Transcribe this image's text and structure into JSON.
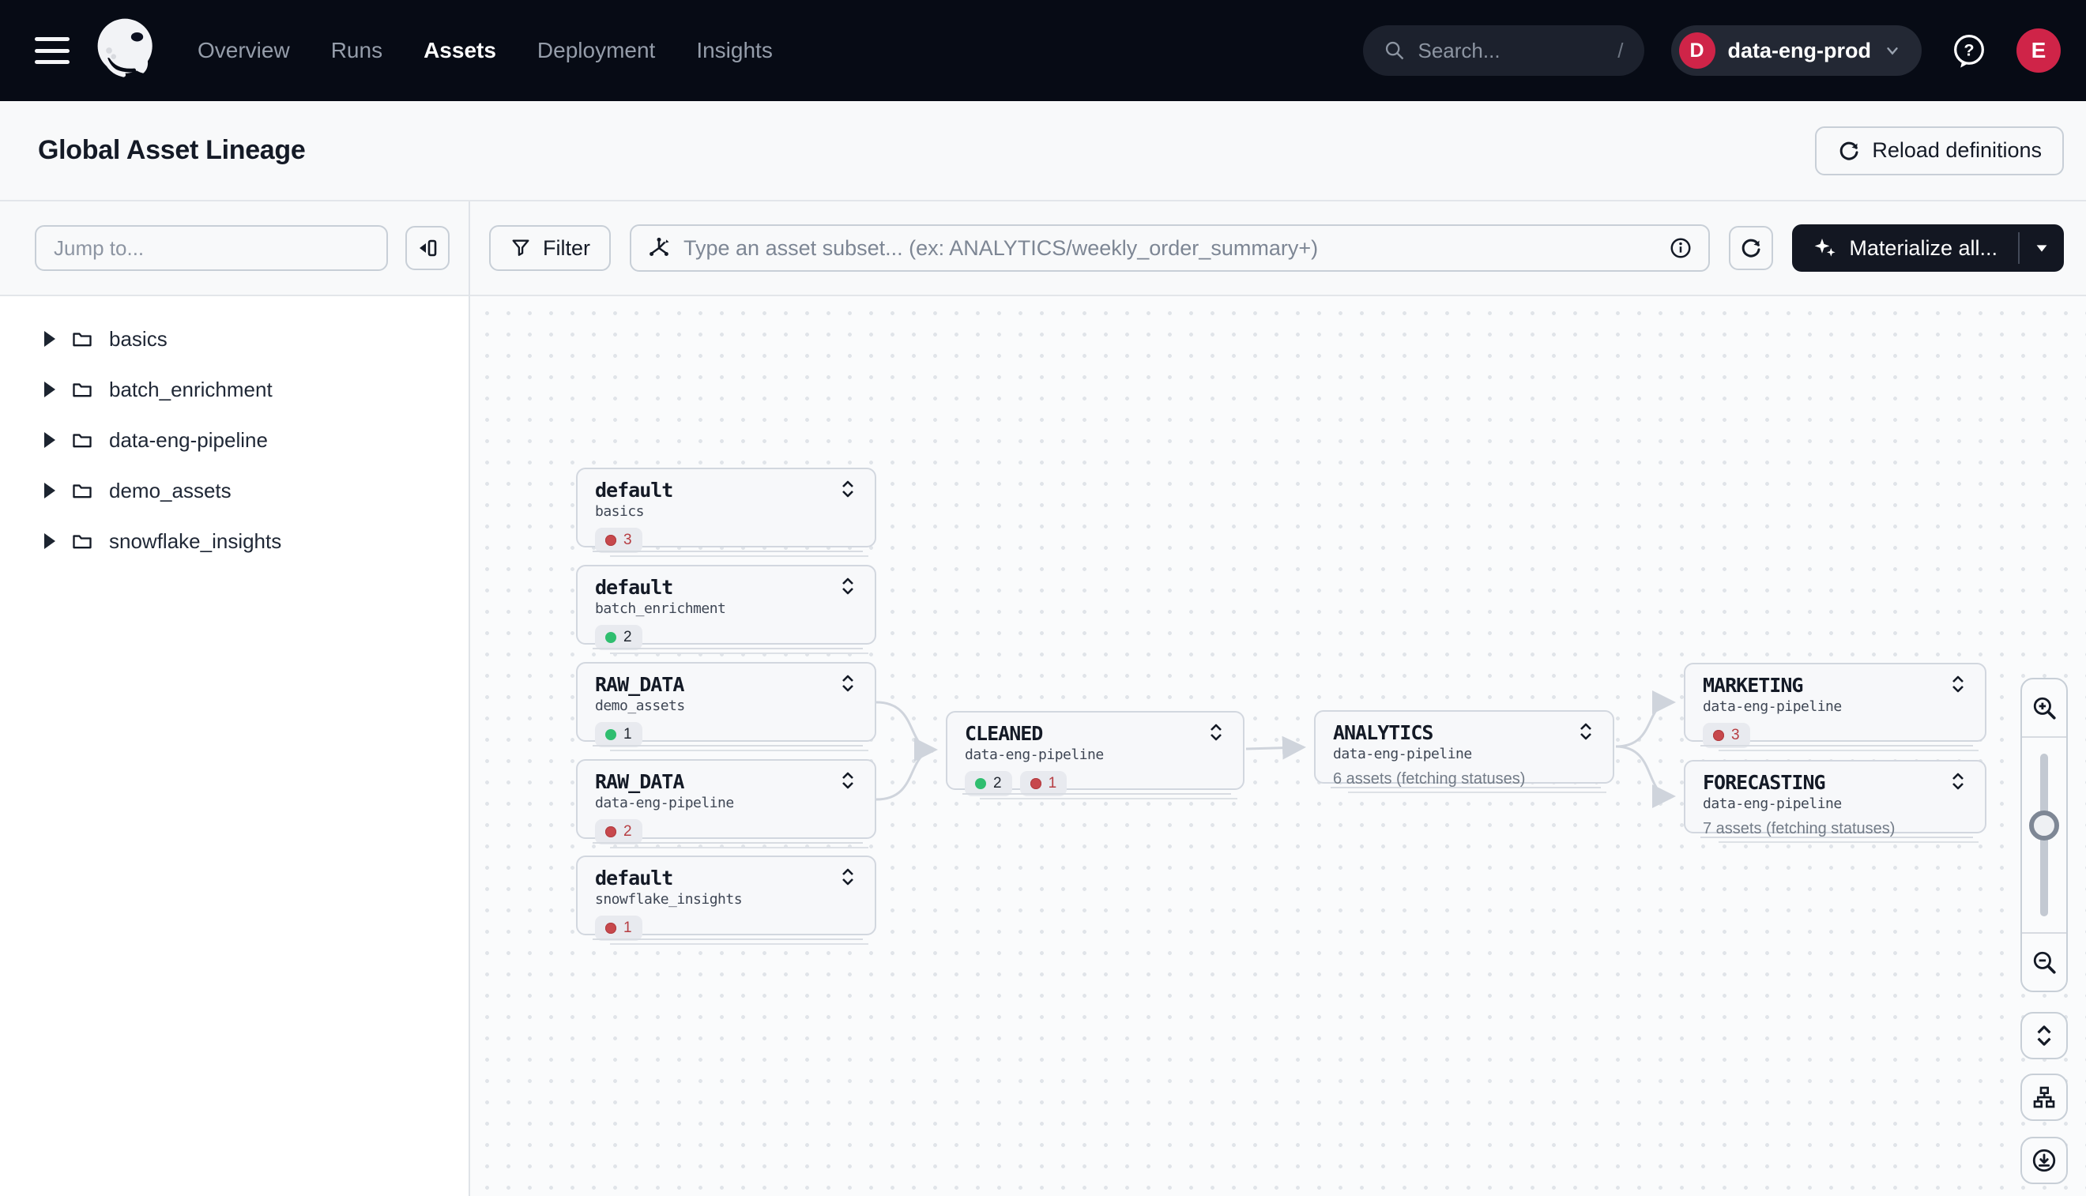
{
  "colors": {
    "nav_bg": "#070b15",
    "accent_red": "#cf2448",
    "success_green": "#2fbe6f",
    "failure_red": "#c7484c",
    "edge": "#cfd4dc"
  },
  "nav": {
    "links": [
      {
        "label": "Overview",
        "active": false
      },
      {
        "label": "Runs",
        "active": false
      },
      {
        "label": "Assets",
        "active": true
      },
      {
        "label": "Deployment",
        "active": false
      },
      {
        "label": "Insights",
        "active": false
      }
    ],
    "search_placeholder": "Search...",
    "search_shortcut": "/",
    "workspace": {
      "initial": "D",
      "name": "data-eng-prod"
    },
    "avatar_initial": "E"
  },
  "header": {
    "title": "Global Asset Lineage",
    "reload_label": "Reload definitions"
  },
  "sidebar": {
    "jump_placeholder": "Jump to...",
    "items": [
      {
        "label": "basics"
      },
      {
        "label": "batch_enrichment"
      },
      {
        "label": "data-eng-pipeline"
      },
      {
        "label": "demo_assets"
      },
      {
        "label": "snowflake_insights"
      }
    ]
  },
  "toolbar": {
    "filter_label": "Filter",
    "subset_placeholder": "Type an asset subset... (ex: ANALYTICS/weekly_order_summary+)",
    "materialize_label": "Materialize all..."
  },
  "graph": {
    "nodes": [
      {
        "title": "default",
        "subtitle": "basics",
        "badges": [
          {
            "status": "failure",
            "count": "3"
          }
        ]
      },
      {
        "title": "default",
        "subtitle": "batch_enrichment",
        "badges": [
          {
            "status": "success",
            "count": "2"
          }
        ]
      },
      {
        "title": "RAW_DATA",
        "subtitle": "demo_assets",
        "badges": [
          {
            "status": "success",
            "count": "1"
          }
        ]
      },
      {
        "title": "RAW_DATA",
        "subtitle": "data-eng-pipeline",
        "badges": [
          {
            "status": "failure",
            "count": "2"
          }
        ]
      },
      {
        "title": "default",
        "subtitle": "snowflake_insights",
        "badges": [
          {
            "status": "failure",
            "count": "1"
          }
        ]
      },
      {
        "title": "CLEANED",
        "subtitle": "data-eng-pipeline",
        "badges": [
          {
            "status": "success",
            "count": "2"
          },
          {
            "status": "failure",
            "count": "1"
          }
        ]
      },
      {
        "title": "ANALYTICS",
        "subtitle": "data-eng-pipeline",
        "meta": "6 assets (fetching statuses)"
      },
      {
        "title": "MARKETING",
        "subtitle": "data-eng-pipeline",
        "badges": [
          {
            "status": "failure",
            "count": "3"
          }
        ]
      },
      {
        "title": "FORECASTING",
        "subtitle": "data-eng-pipeline",
        "meta": "7 assets (fetching statuses)"
      }
    ],
    "edges": [
      {
        "from": "RAW_DATA/demo_assets",
        "to": "CLEANED"
      },
      {
        "from": "RAW_DATA/data-eng-pipeline",
        "to": "CLEANED"
      },
      {
        "from": "CLEANED",
        "to": "ANALYTICS"
      },
      {
        "from": "ANALYTICS",
        "to": "MARKETING"
      },
      {
        "from": "ANALYTICS",
        "to": "FORECASTING"
      }
    ]
  }
}
